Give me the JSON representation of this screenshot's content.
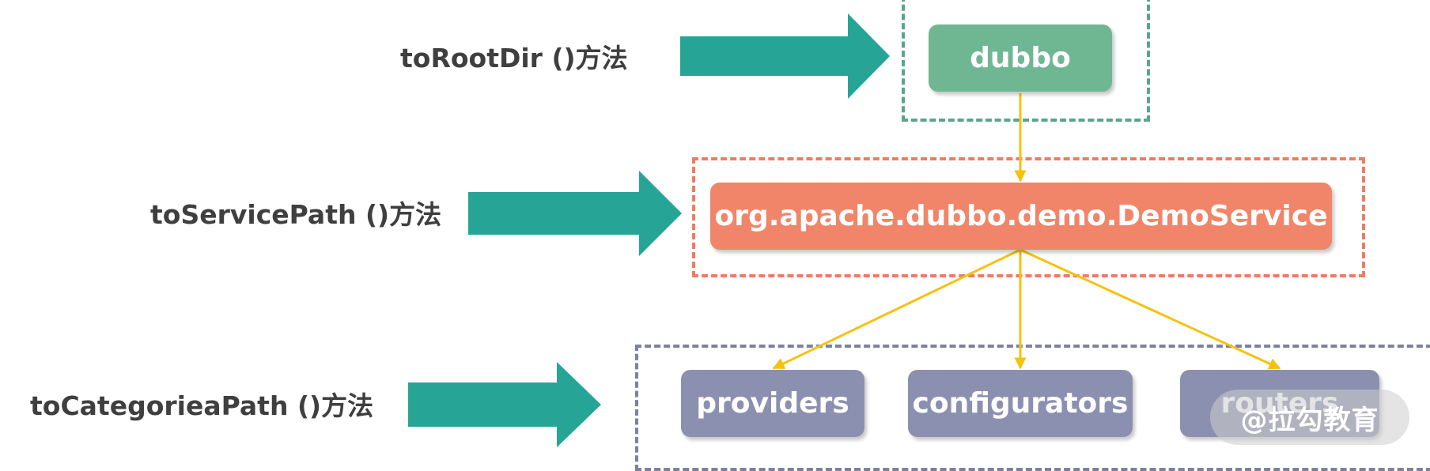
{
  "labels": {
    "root_dir": "toRootDir ()方法",
    "service_path": "toServicePath ()方法",
    "category_path": "toCategorieaPath ()方法"
  },
  "nodes": {
    "root": "dubbo",
    "service": "org.apache.dubbo.demo.DemoService",
    "providers": "providers",
    "configurators": "configurators",
    "routers": "routers"
  },
  "watermark": "@拉勾教育",
  "colors": {
    "arrow_fill": "#26a597",
    "connector": "#f5c20f",
    "root_node": "#6fb793",
    "root_group_border": "#5aa68a",
    "service_node": "#f0856a",
    "service_group_border": "#ec7d62",
    "category_node": "#8c90b0",
    "category_group_border": "#7d80a2",
    "label_text": "#3f3f3f"
  }
}
